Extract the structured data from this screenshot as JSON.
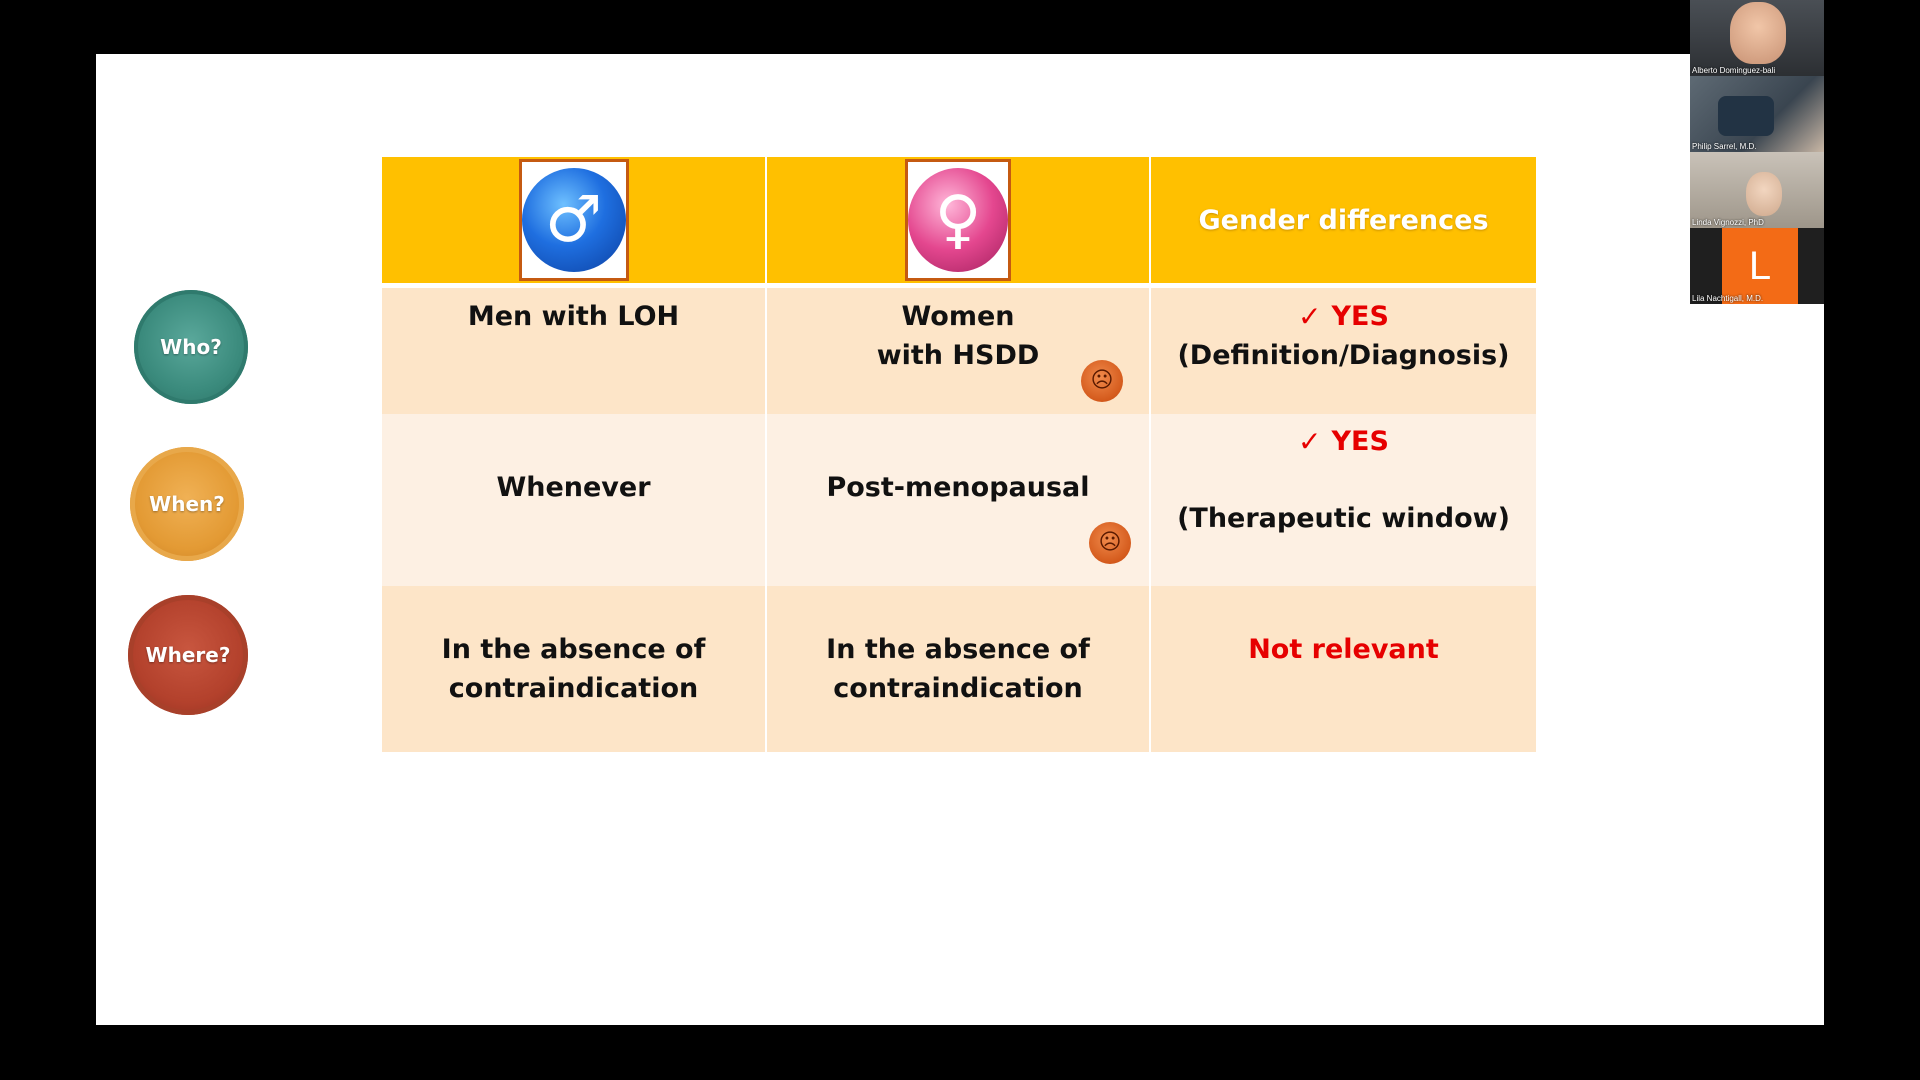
{
  "side_labels": {
    "who": "Who?",
    "when": "When?",
    "where": "Where?"
  },
  "table": {
    "header": {
      "col1_icon": "male-symbol-icon",
      "col2_icon": "female-symbol-icon",
      "col3": "Gender differences"
    },
    "rows": [
      {
        "c1": "Men with LOH",
        "c2_line1": "Women",
        "c2_line2": "with HSDD",
        "c3_check": "✓",
        "c3_yes": "YES",
        "c3_note": "(Definition/Diagnosis)"
      },
      {
        "c1": "Whenever",
        "c2": "Post-menopausal",
        "c3_check": "✓",
        "c3_yes": "YES",
        "c3_note": "(Therapeutic window)"
      },
      {
        "c1_line1": "In the absence of",
        "c1_line2": "contraindication",
        "c2_line1": "In the absence of",
        "c2_line2": "contraindication",
        "c3": "Not relevant"
      }
    ]
  },
  "participants": [
    {
      "name": "Alberto Dominguez-bali"
    },
    {
      "name": "Philip Sarrel, M.D."
    },
    {
      "name": "Linda Vignozzi, PhD"
    },
    {
      "name": "Lila Nachtigall, M.D.",
      "initial": "L"
    }
  ],
  "colors": {
    "header": "#ffc000",
    "accent_red": "#e60000",
    "avatar": "#f36b16"
  }
}
